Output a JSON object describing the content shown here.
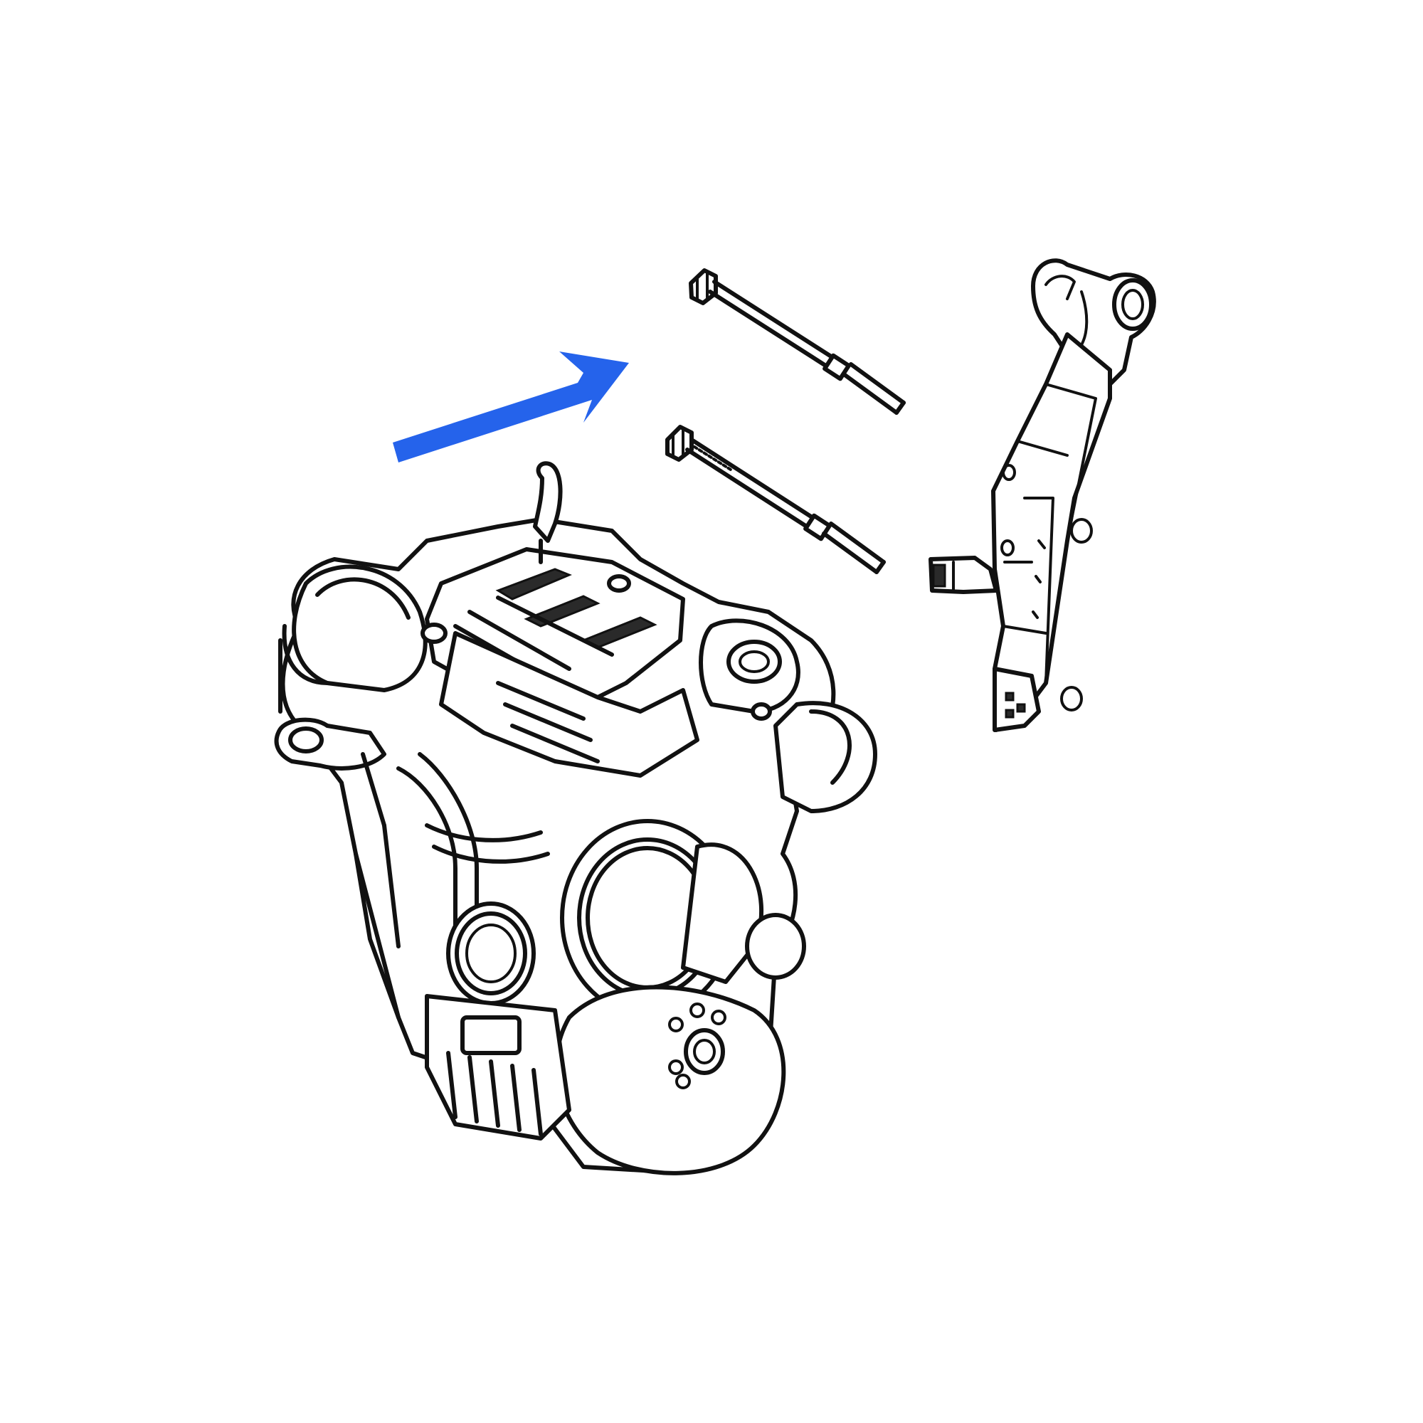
{
  "diagram": {
    "type": "exploded-parts-illustration",
    "parts": [
      {
        "name": "engine"
      },
      {
        "name": "bolt"
      },
      {
        "name": "bolt"
      },
      {
        "name": "engine-mount-bracket"
      }
    ],
    "indicator": {
      "icon": "arrow-right-icon",
      "direction": "up-right",
      "color": "#2563eb"
    },
    "line_color": "#111111",
    "background": "#ffffff"
  }
}
